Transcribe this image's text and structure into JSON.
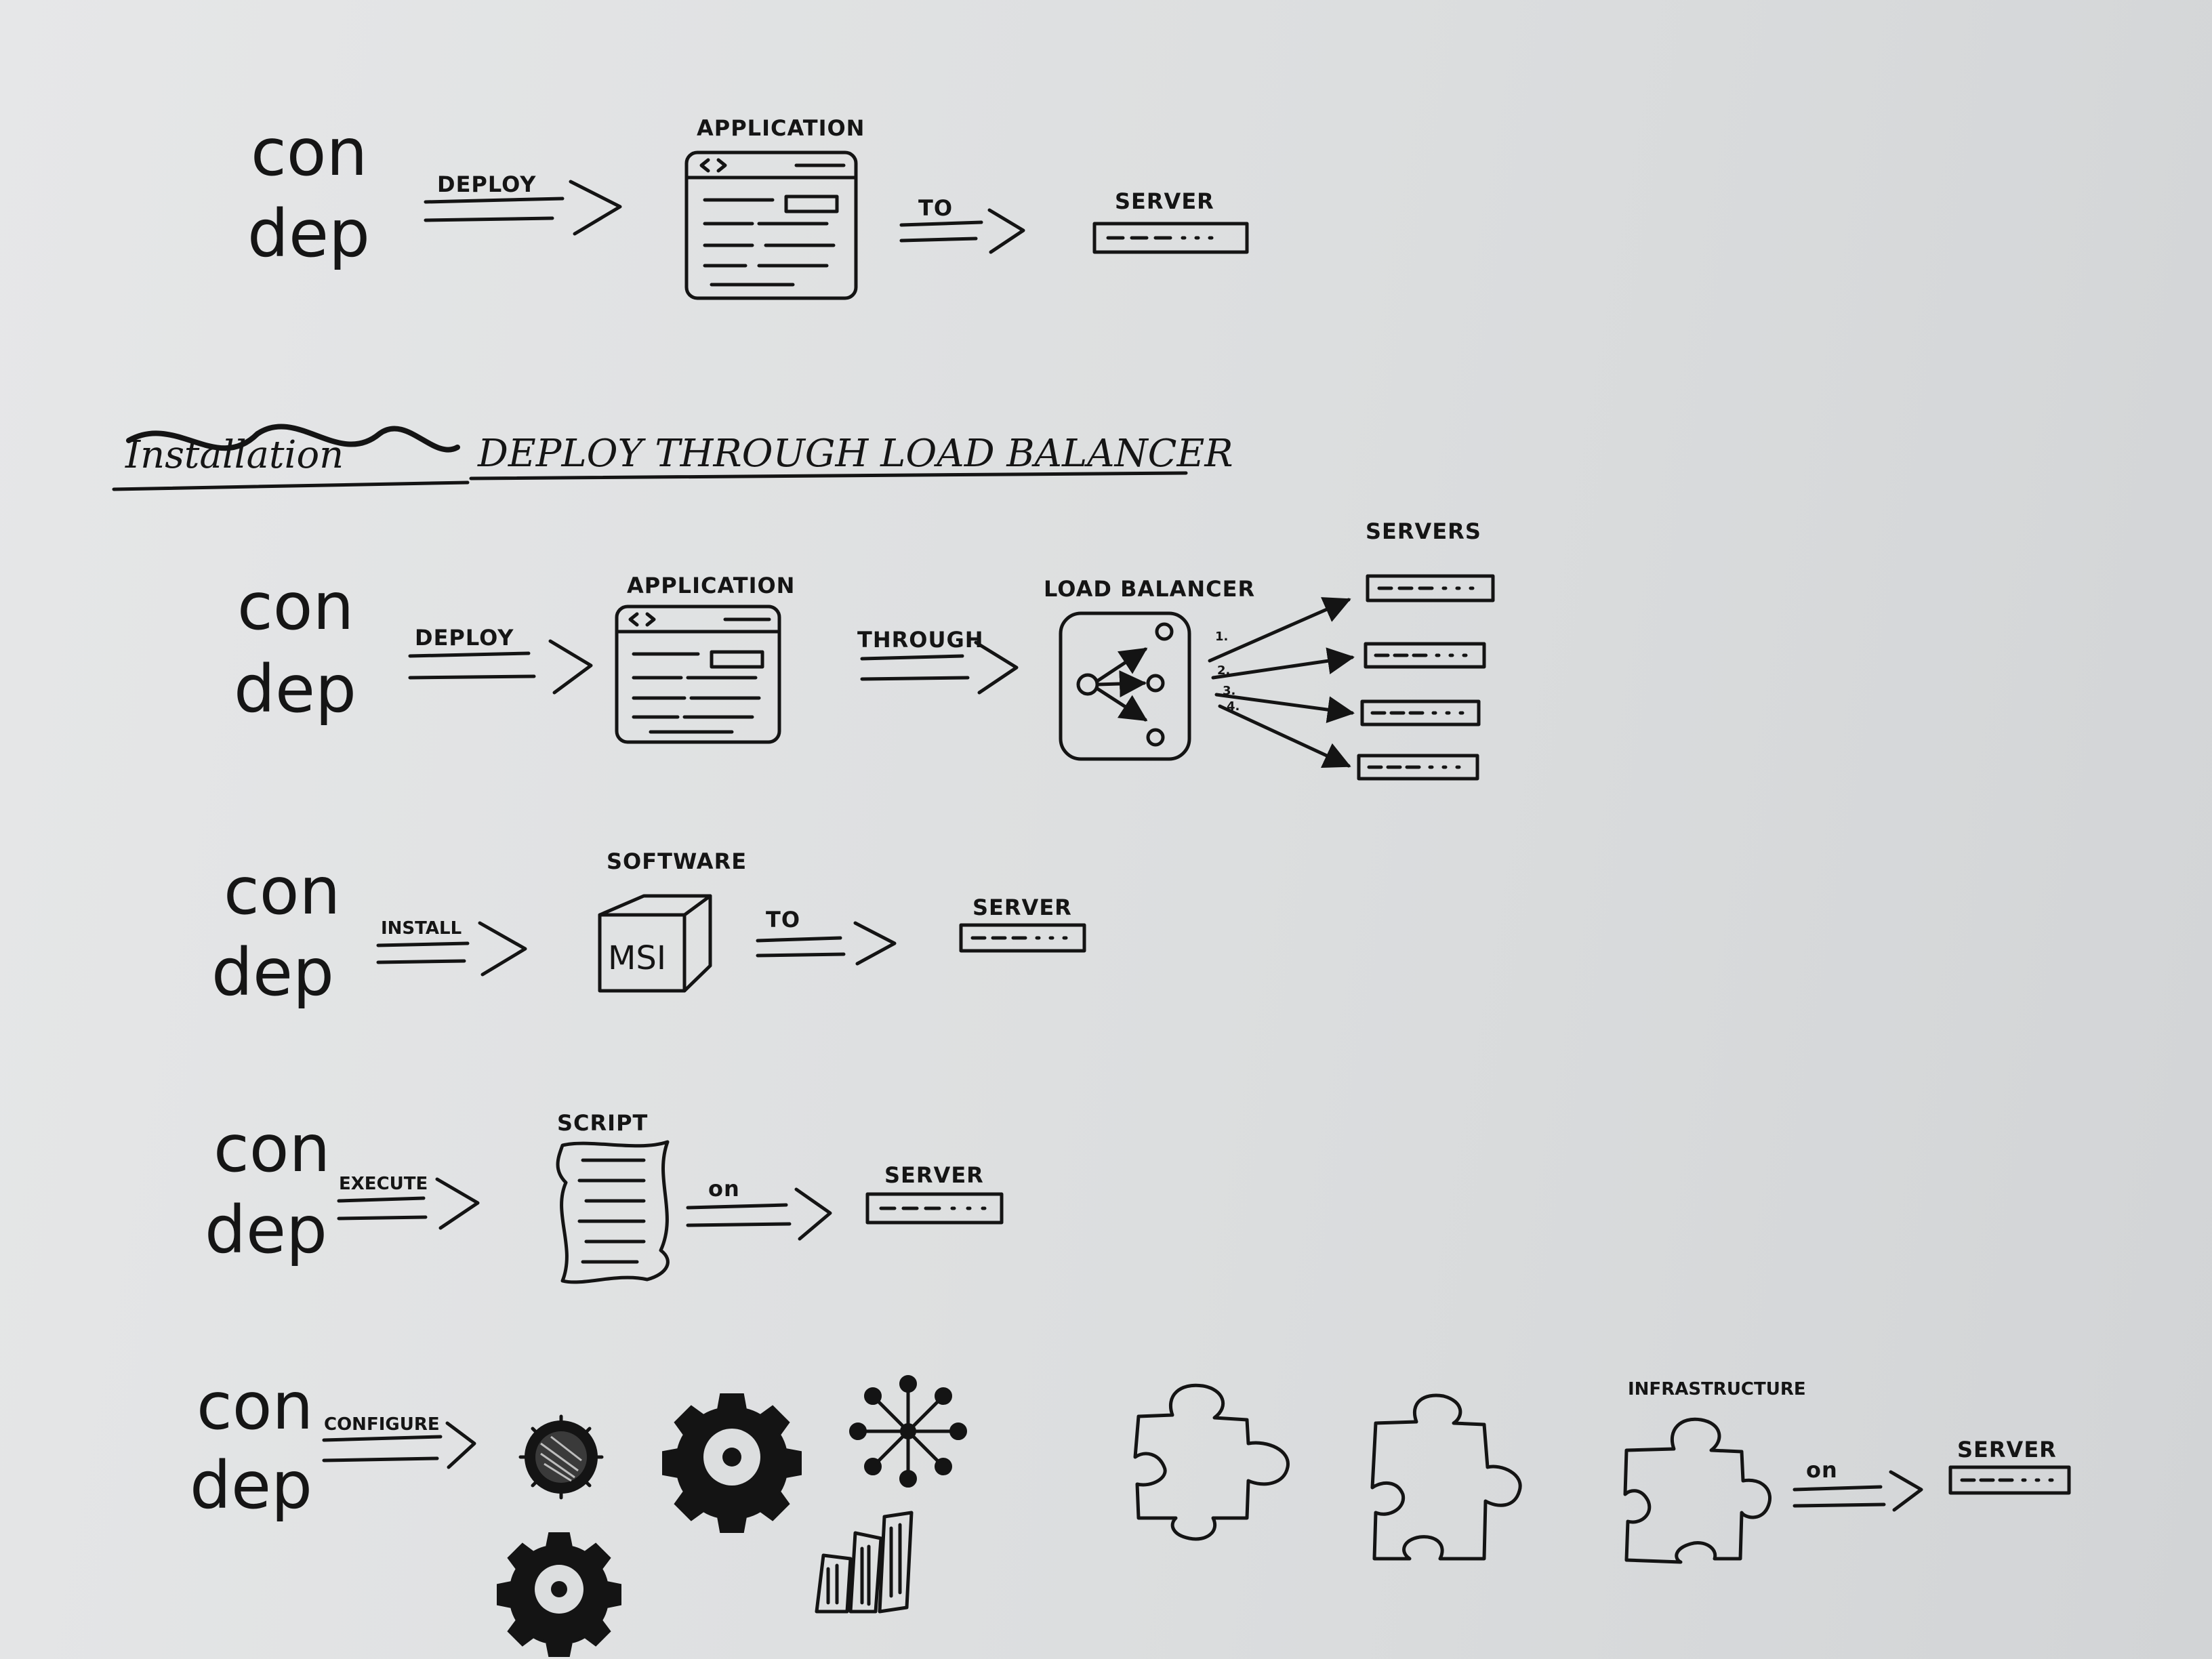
{
  "logo": {
    "line1": "con",
    "line2": "dep"
  },
  "row1": {
    "verb": "DEPLOY",
    "object": "APPLICATION",
    "prep": "TO",
    "target": "SERVER"
  },
  "heading": {
    "crossed": "Installation",
    "title": "DEPLOY THROUGH LOAD BALANCER"
  },
  "row2": {
    "verb": "DEPLOY",
    "object": "APPLICATION",
    "prep": "THROUGH",
    "balancer": "LOAD BALANCER",
    "targets": "SERVERS",
    "numbers": [
      "1.",
      "2.",
      "3.",
      "4."
    ]
  },
  "row3": {
    "verb": "INSTALL",
    "object": "SOFTWARE",
    "box_label": "MSI",
    "prep": "TO",
    "target": "SERVER"
  },
  "row4": {
    "verb": "EXECUTE",
    "object": "SCRIPT",
    "prep": "on",
    "target": "SERVER"
  },
  "row5": {
    "verb": "CONFIGURE",
    "object": "INFRASTRUCTURE",
    "prep": "on",
    "target": "SERVER"
  }
}
